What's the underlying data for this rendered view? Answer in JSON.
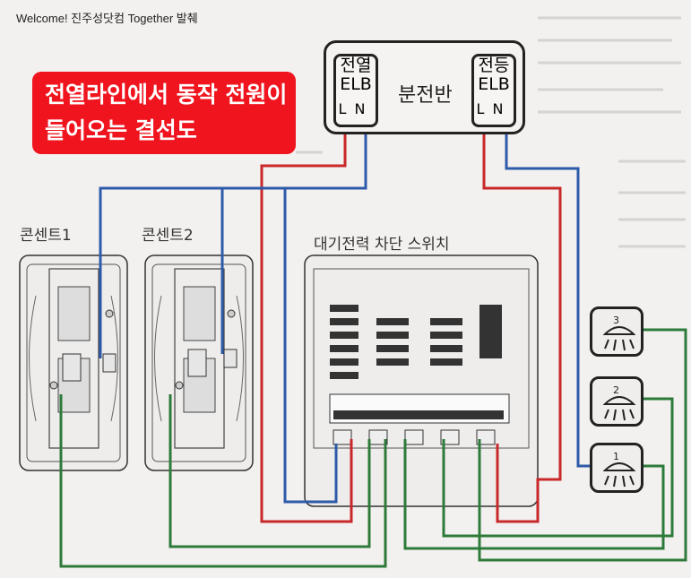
{
  "watermark": "Welcome! 진주성닷컴 Together 발췌",
  "banner": {
    "line1": "전열라인에서 동작 전원이",
    "line2": "들어오는 결선도"
  },
  "panel": {
    "label": "분전반",
    "elb_left": {
      "line1": "전열",
      "line2": "ELB",
      "terminals": "LN"
    },
    "elb_right": {
      "line1": "전등",
      "line2": "ELB",
      "terminals": "LN"
    }
  },
  "outlets": [
    {
      "label": "콘센트1"
    },
    {
      "label": "콘센트2"
    }
  ],
  "switch": {
    "label": "대기전력 차단 스위치"
  },
  "lamps": [
    {
      "num": "3"
    },
    {
      "num": "2"
    },
    {
      "num": "1"
    }
  ],
  "colors": {
    "live": "#c8282a",
    "neutral": "#2e5aaa",
    "control": "#2e7a3a",
    "banner": "#f0141e"
  }
}
